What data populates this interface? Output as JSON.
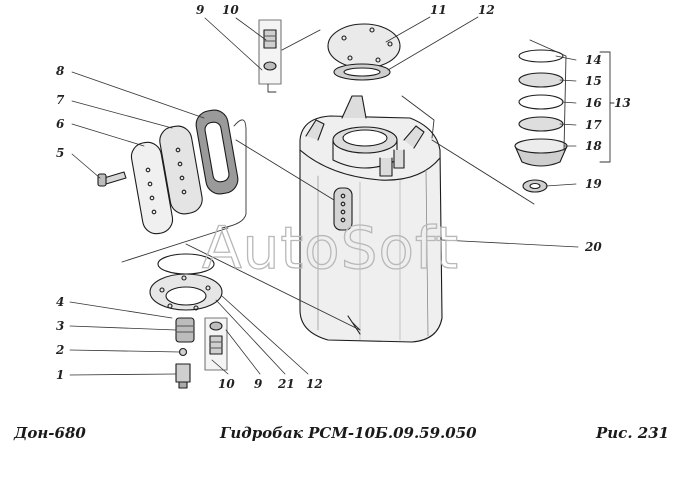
{
  "labels": {
    "n1": "1",
    "n2": "2",
    "n3": "3",
    "n4": "4",
    "n5": "5",
    "n6": "6",
    "n7": "7",
    "n8": "8",
    "n9": "9",
    "n10": "10",
    "n11": "11",
    "n12": "12",
    "n13": "13",
    "n14": "14",
    "n15": "15",
    "n16": "16",
    "n17": "17",
    "n18": "18",
    "n19": "19",
    "n20": "20",
    "n21": "21",
    "n9b": "9",
    "n10b": "10",
    "n12b": "12"
  },
  "watermark": "AutoSoft",
  "caption": {
    "model": "Дон-680",
    "title": "Гидробак РСМ-10Б.09.59.050",
    "figure": "Рис.  231"
  }
}
